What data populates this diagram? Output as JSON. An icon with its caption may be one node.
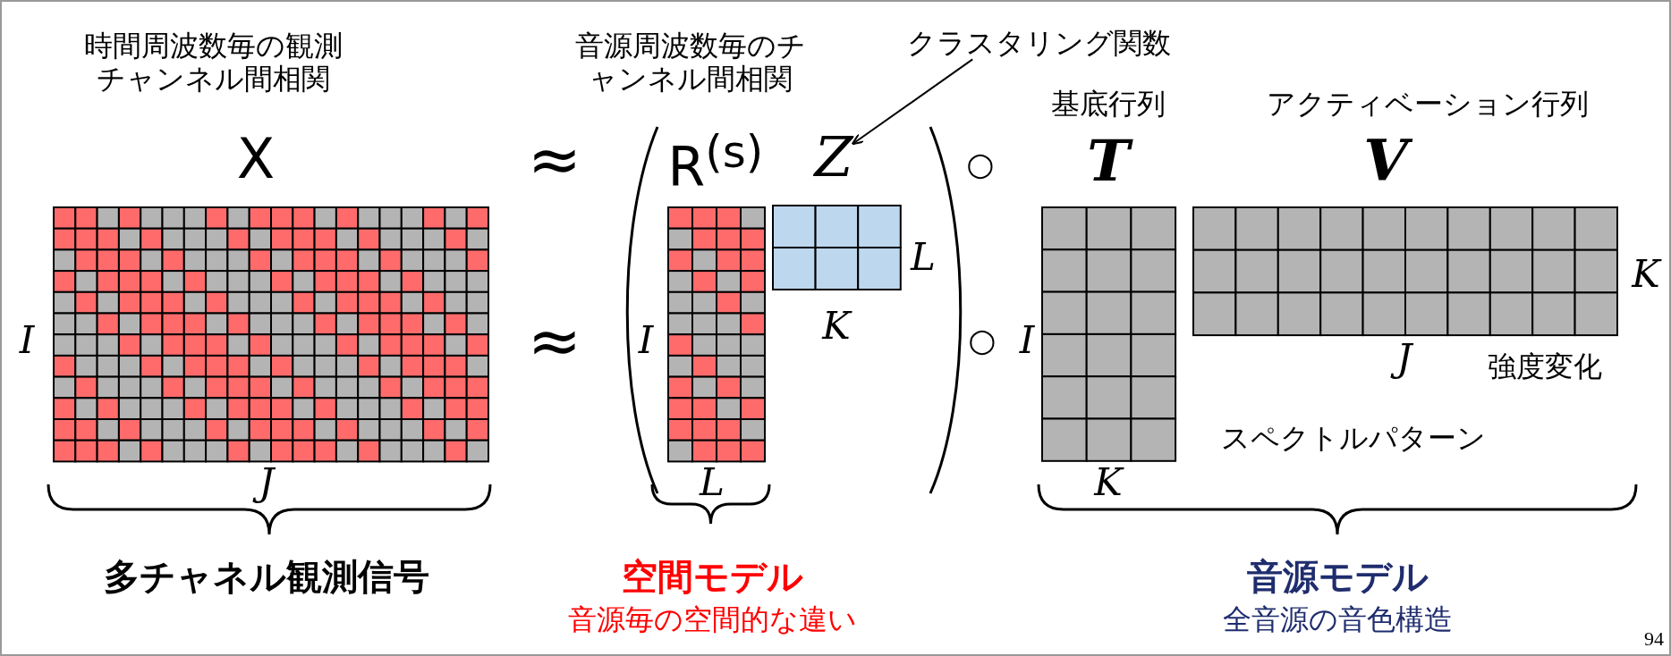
{
  "diagram": {
    "nodes": [
      {
        "text": [
          "クラスタリング関数"
        ]
      },
      {
        "text": [
          "Z"
        ]
      }
    ],
    "edges": [
      {
        "from": 0,
        "to": 1,
        "arrow": "to"
      }
    ],
    "labels": [
      "時間周波数毎の観測チャンネル間相関",
      "音源周波数毎のチャンネル間相関",
      "基底行列",
      "アクティベーション行列",
      "X",
      "≈",
      "R$^{(s)}$",
      "○",
      "T",
      "V",
      "L",
      "K",
      "I",
      "≈",
      "I",
      "K",
      "○",
      "I",
      "J",
      "強度変化",
      "スペクトルパターン",
      "J",
      "L",
      "K",
      "多チャネル観測信号",
      "空間モデル",
      "音源毎の空間的な違い",
      "音源モデル",
      "全音源の音色構造",
      "94"
    ]
  }
}
